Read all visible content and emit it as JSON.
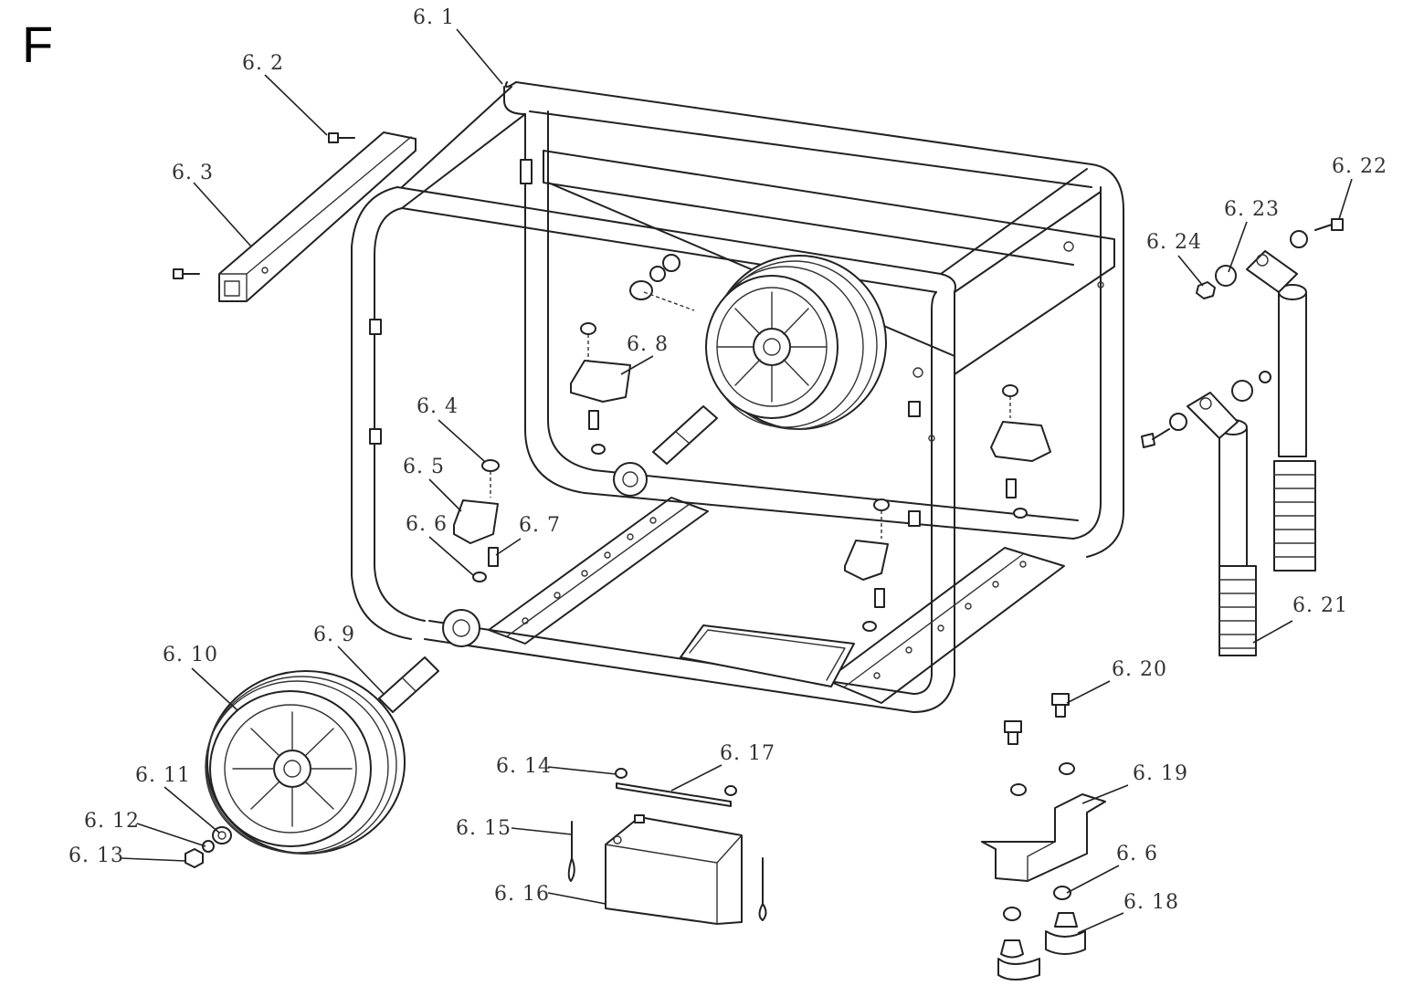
{
  "sheet_letter": "F",
  "callouts": [
    {
      "id": "c6_1",
      "label": "6. 1"
    },
    {
      "id": "c6_2",
      "label": "6. 2"
    },
    {
      "id": "c6_3",
      "label": "6. 3"
    },
    {
      "id": "c6_4",
      "label": "6. 4"
    },
    {
      "id": "c6_5",
      "label": "6. 5"
    },
    {
      "id": "c6_6a",
      "label": "6. 6"
    },
    {
      "id": "c6_7",
      "label": "6. 7"
    },
    {
      "id": "c6_8",
      "label": "6. 8"
    },
    {
      "id": "c6_9",
      "label": "6. 9"
    },
    {
      "id": "c6_10",
      "label": "6. 10"
    },
    {
      "id": "c6_11",
      "label": "6. 11"
    },
    {
      "id": "c6_12",
      "label": "6. 12"
    },
    {
      "id": "c6_13",
      "label": "6. 13"
    },
    {
      "id": "c6_14",
      "label": "6. 14"
    },
    {
      "id": "c6_15",
      "label": "6. 15"
    },
    {
      "id": "c6_16",
      "label": "6. 16"
    },
    {
      "id": "c6_17",
      "label": "6. 17"
    },
    {
      "id": "c6_18",
      "label": "6. 18"
    },
    {
      "id": "c6_19",
      "label": "6. 19"
    },
    {
      "id": "c6_20",
      "label": "6. 20"
    },
    {
      "id": "c6_21",
      "label": "6. 21"
    },
    {
      "id": "c6_22",
      "label": "6. 22"
    },
    {
      "id": "c6_23",
      "label": "6. 23"
    },
    {
      "id": "c6_24",
      "label": "6. 24"
    },
    {
      "id": "c6_6b",
      "label": "6. 6"
    }
  ]
}
